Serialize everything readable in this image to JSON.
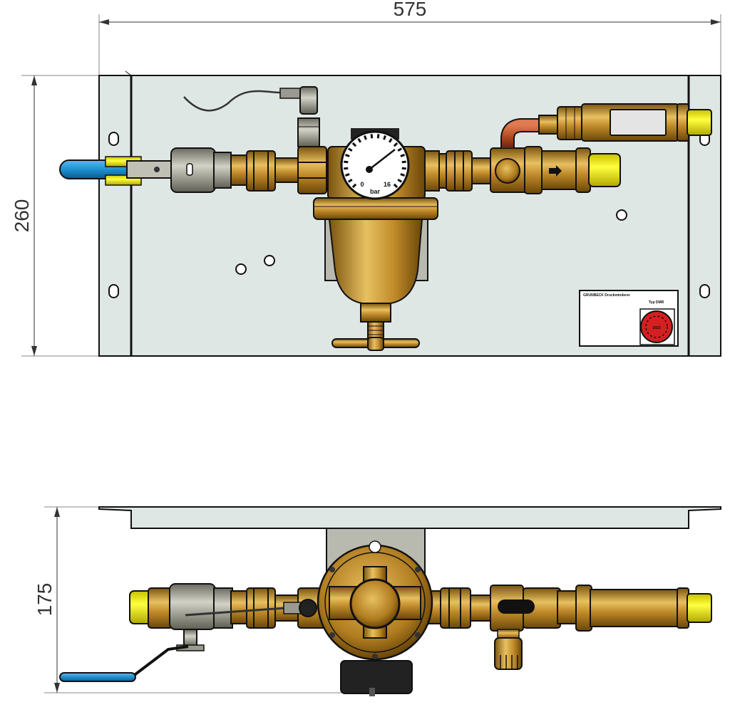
{
  "dimensions": {
    "width": "575",
    "height": "260",
    "depth": "175"
  },
  "gauge": {
    "unit": "bar",
    "scale_marks": [
      "0",
      "16"
    ]
  },
  "nameplate": {
    "line1": "GRUNBECK Druckminderer",
    "line2": "Typ DMR",
    "seal_text": "2022"
  },
  "colors": {
    "panel": "#dfe7e4",
    "brass": "#c08a2a",
    "brass_light": "#e8c060",
    "steel": "#a8a89a",
    "handle": "#1e90d0",
    "fitting_end": "#f2ea10",
    "copper": "#b04a20",
    "seal": "#d42020",
    "outline": "#111111"
  }
}
